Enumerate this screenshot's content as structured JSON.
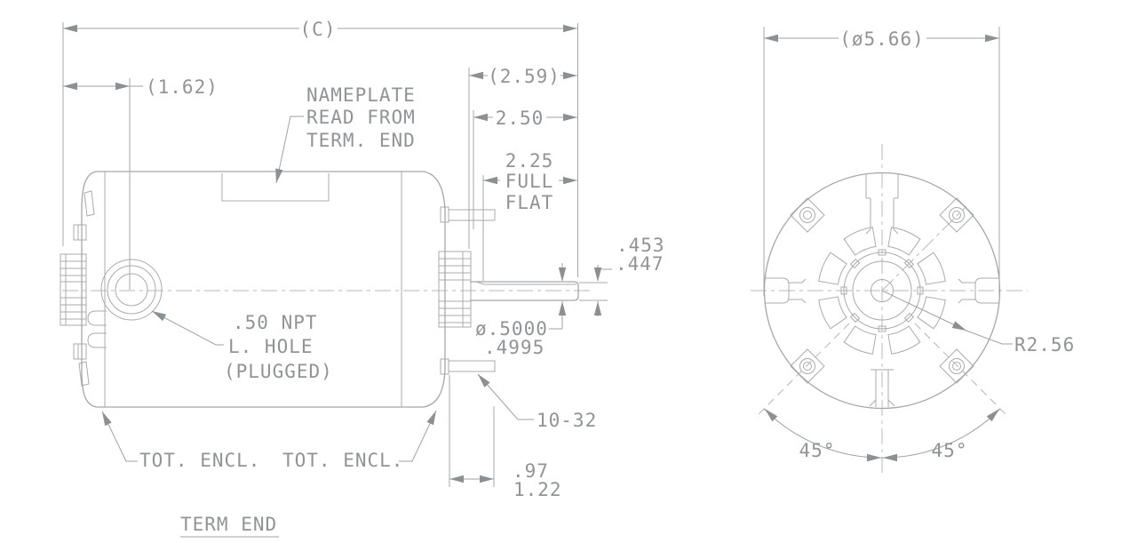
{
  "side_view": {
    "view_label": "TERM END",
    "dims": {
      "overall_length": "(C)",
      "conduit_offset": "(1.62)",
      "shaft_extension": "(2.59)",
      "shaft_length": "2.50",
      "flat_length": "2.25",
      "flat_word1": "FULL",
      "flat_word2": "FLAT",
      "flat_height_upper": ".453",
      "flat_height_lower": ".447",
      "shaft_dia_upper": "ø.5000",
      "shaft_dia_lower": ".4995",
      "stud_thread": "10-32",
      "stud_length_upper": ".97",
      "stud_length_lower": "1.22"
    },
    "notes": {
      "nameplate_line1": "NAMEPLATE",
      "nameplate_line2": "READ FROM",
      "nameplate_line3": "TERM. END",
      "conduit_line1": ".50 NPT",
      "conduit_line2": "L. HOLE",
      "conduit_line3": "(PLUGGED)",
      "tot_encl_left": "TOT. ENCL.",
      "tot_encl_right": "TOT. ENCL."
    }
  },
  "end_view": {
    "dims": {
      "outer_diameter": "(ø5.66)",
      "bolt_circle_radius": "R2.56",
      "angle_left": "45°",
      "angle_right": "45°"
    }
  },
  "colors": {
    "line": "#a4a7a9",
    "text": "#909496",
    "background": "#ffffff"
  }
}
